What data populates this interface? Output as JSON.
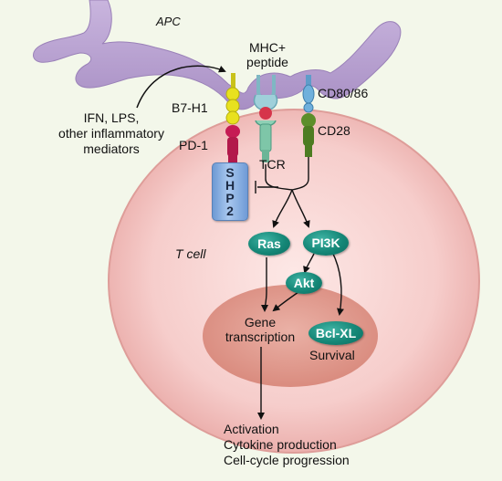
{
  "labels": {
    "apc": "APC",
    "mhc": "MHC+",
    "peptide": "peptide",
    "cd80": "CD80/86",
    "b7h1": "B7-H1",
    "cd28": "CD28",
    "ifn1": "IFN, LPS,",
    "ifn2": "other inflammatory",
    "ifn3": "mediators",
    "pd1": "PD-1",
    "tcr": "TCR",
    "tcell": "T cell",
    "gene1": "Gene",
    "gene2": "transcription",
    "survival": "Survival",
    "out1": "Activation",
    "out2": "Cytokine production",
    "out3": "Cell-cycle progression"
  },
  "nodes": {
    "ras": "Ras",
    "pi3k": "PI3K",
    "akt": "Akt",
    "bclxl": "Bcl-XL",
    "shp2": [
      "S",
      "H",
      "P",
      "2"
    ]
  },
  "colors": {
    "apc": "#b7a0cf",
    "tcell": "#f6cdcb",
    "nucleus": "#e29e92",
    "node": "#158777",
    "shp2": "#8db3e6"
  }
}
